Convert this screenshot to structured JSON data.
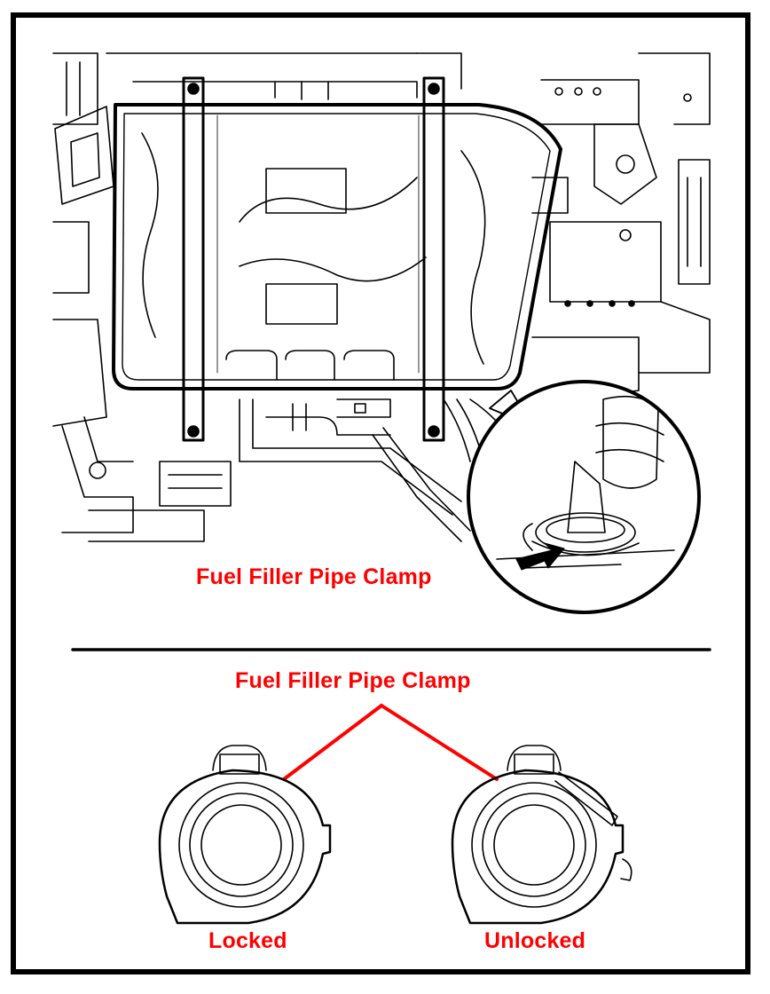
{
  "labels": {
    "top_callout": "Fuel Filler Pipe Clamp",
    "bottom_callout": "Fuel Filler Pipe Clamp",
    "locked": "Locked",
    "unlocked": "Unlocked"
  },
  "colors": {
    "callout_text": "#ff0000",
    "leader_line": "#ff0000",
    "line_art": "#000000",
    "background": "#ffffff"
  }
}
